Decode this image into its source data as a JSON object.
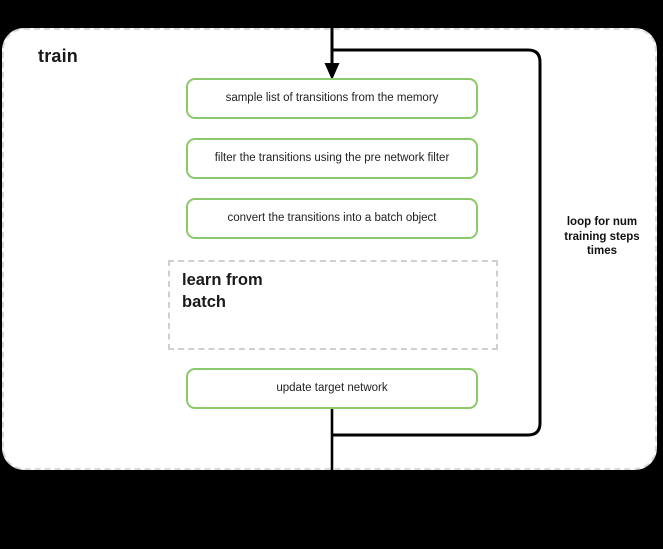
{
  "diagram": {
    "background_color": "#000000",
    "panel_color": "#ffffff",
    "accent_green": "#8cc96b",
    "dashed_border_color": "#d9d9d9",
    "title": "train",
    "steps": [
      {
        "label": "sample list of transitions from the memory"
      },
      {
        "label": "filter the transitions using the pre network filter"
      },
      {
        "label": "convert the transitions into a batch object"
      },
      {
        "label": "update target network"
      }
    ],
    "sub_block": {
      "label": "learn from\nbatch",
      "label_line_1": "learn from",
      "label_line_2": "batch"
    },
    "loop": {
      "label_line_1": "loop for num",
      "label_line_2": "training steps",
      "label_line_3": "times",
      "label": "loop for num training steps times"
    }
  }
}
